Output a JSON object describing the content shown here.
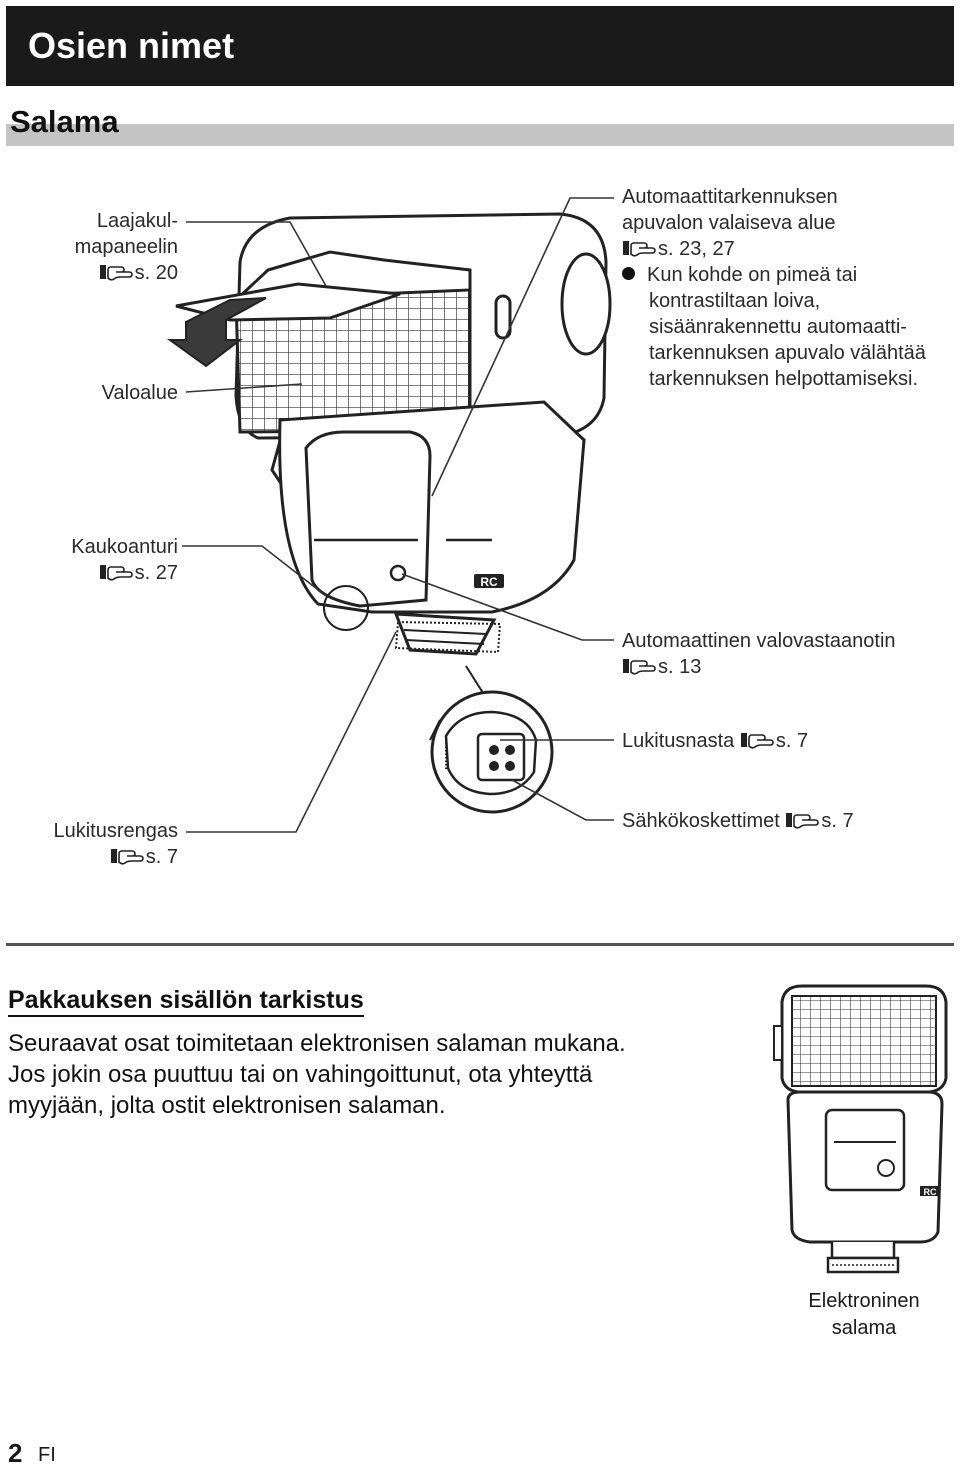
{
  "header": {
    "title": "Osien nimet"
  },
  "section": {
    "title": "Salama"
  },
  "labels": {
    "wide_panel": {
      "line1": "Laajakul-",
      "line2": "mapaneelin",
      "ref": "s. 20"
    },
    "light_area": {
      "text": "Valoalue"
    },
    "af_illuminator": {
      "line1": "Automaattitarkennuksen",
      "line2": "apuvalon valaiseva alue",
      "ref": "s. 23, 27",
      "note_l1": "Kun kohde on pimeä tai",
      "note_l2": "kontrastiltaan loiva,",
      "note_l3": "sisäänrakennettu automaatti-",
      "note_l4": "tarkennuksen apuvalo välähtää",
      "note_l5": "tarkennuksen helpottamiseksi."
    },
    "remote_sensor": {
      "text": "Kaukoanturi",
      "ref": "s. 27"
    },
    "auto_light_sensor": {
      "text": "Automaattinen valovastaanotin",
      "ref": "s. 13"
    },
    "lock_pin": {
      "text": "Lukitusnasta",
      "ref": "s. 7"
    },
    "lock_ring": {
      "text": "Lukitusrengas",
      "ref": "s. 7"
    },
    "contacts": {
      "text": "Sähkökoskettimet",
      "ref": "s. 7"
    },
    "rc_badge": "RC"
  },
  "package": {
    "title": "Pakkauksen sisällön tarkistus",
    "line1": "Seuraavat osat toimitetaan elektronisen salaman mukana.",
    "line2": "Jos jokin osa puuttuu tai on vahingoittunut, ota yhteyttä",
    "line3": "myyjään, jolta ostit elektronisen salaman.",
    "caption_l1": "Elektroninen",
    "caption_l2": "salama",
    "rc_badge": "RC"
  },
  "footer": {
    "page": "2",
    "lang": "FI"
  }
}
